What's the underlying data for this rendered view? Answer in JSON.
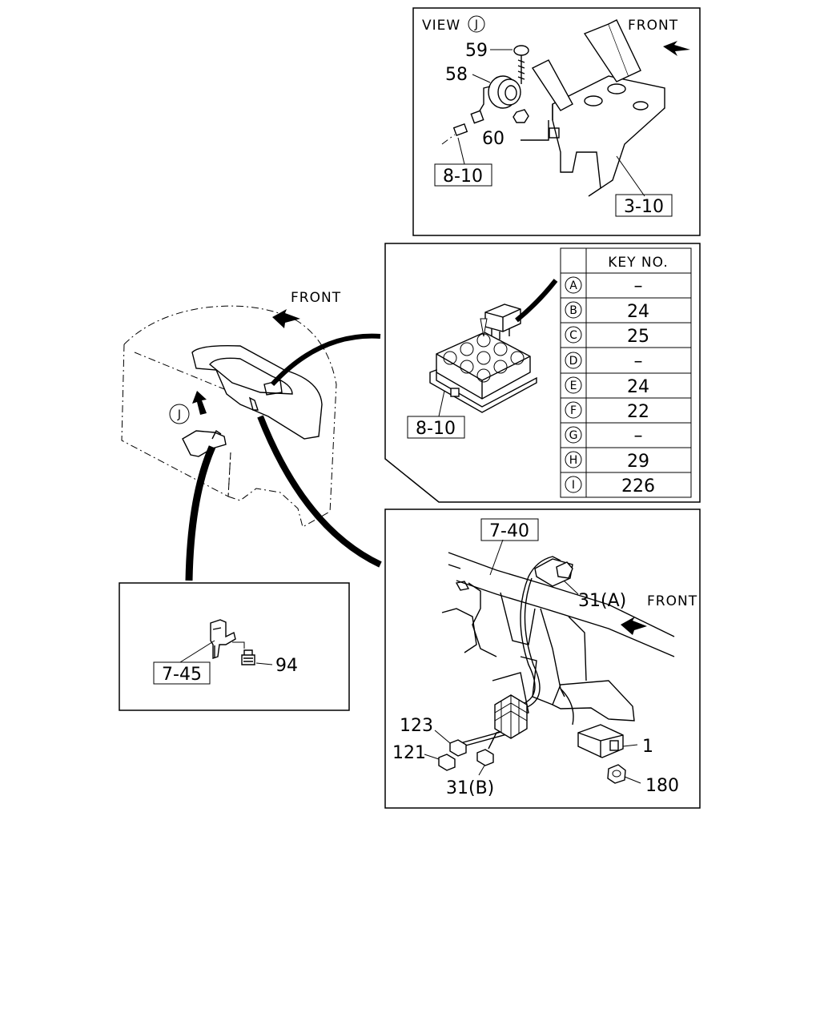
{
  "callouts": {
    "view_label": "VIEW",
    "view_letter": "J",
    "front_top": "FRONT",
    "front_cab": "FRONT",
    "front_bottom": "FRONT",
    "j_marker": "J",
    "p59": "59",
    "p58": "58",
    "p60": "60",
    "ref_8_10_top": "8-10",
    "ref_3_10": "3-10",
    "ref_8_10_mid": "8-10",
    "ref_7_40": "7-40",
    "p31a": "31(A)",
    "ref_7_45": "7-45",
    "p94": "94",
    "p123": "123",
    "p121": "121",
    "p31b": "31(B)",
    "p1": "1",
    "p180": "180"
  },
  "key_table": {
    "header": "KEY NO.",
    "rows": [
      {
        "letter": "A",
        "value": "–"
      },
      {
        "letter": "B",
        "value": "24"
      },
      {
        "letter": "C",
        "value": "25"
      },
      {
        "letter": "D",
        "value": "–"
      },
      {
        "letter": "E",
        "value": "24"
      },
      {
        "letter": "F",
        "value": "22"
      },
      {
        "letter": "G",
        "value": "–"
      },
      {
        "letter": "H",
        "value": "29"
      },
      {
        "letter": "I",
        "value": "226"
      }
    ]
  }
}
